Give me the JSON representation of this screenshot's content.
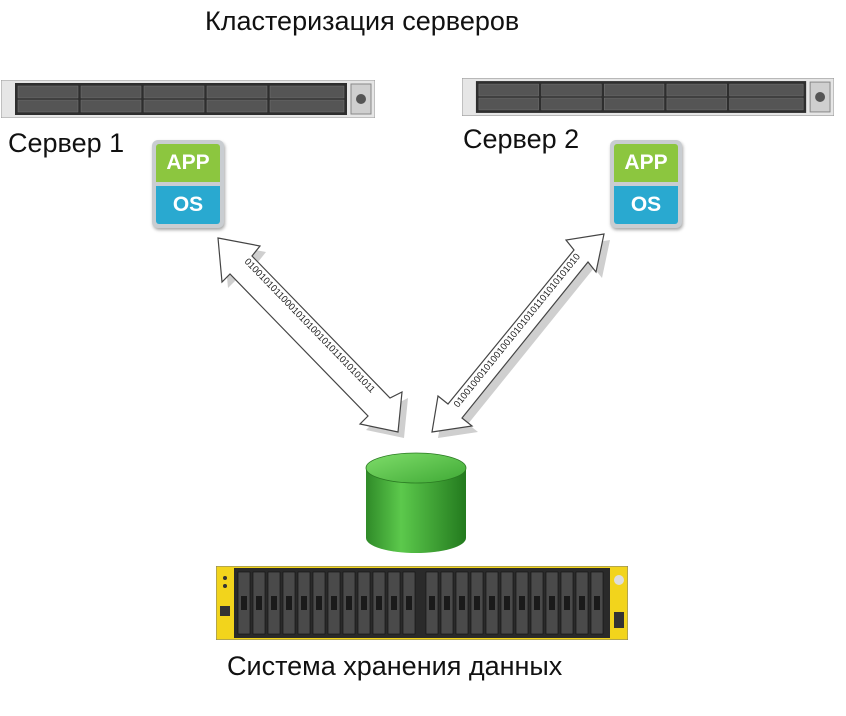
{
  "title": "Кластеризация серверов",
  "servers": [
    {
      "label": "Сервер 1",
      "app": "APP",
      "os": "OS"
    },
    {
      "label": "Сервер 2",
      "app": "APP",
      "os": "OS"
    }
  ],
  "links": [
    {
      "bits": "01001010110001010100101011010101011"
    },
    {
      "bits": "0100100010100100101010101101010101010"
    }
  ],
  "storage": {
    "label": "Система хранения данных"
  },
  "colors": {
    "app": "#8cc63f",
    "os": "#29a9d0",
    "cylinder": "#3fa935",
    "storage_frame": "#f2d41c",
    "storage_body": "#2a2a2a"
  }
}
